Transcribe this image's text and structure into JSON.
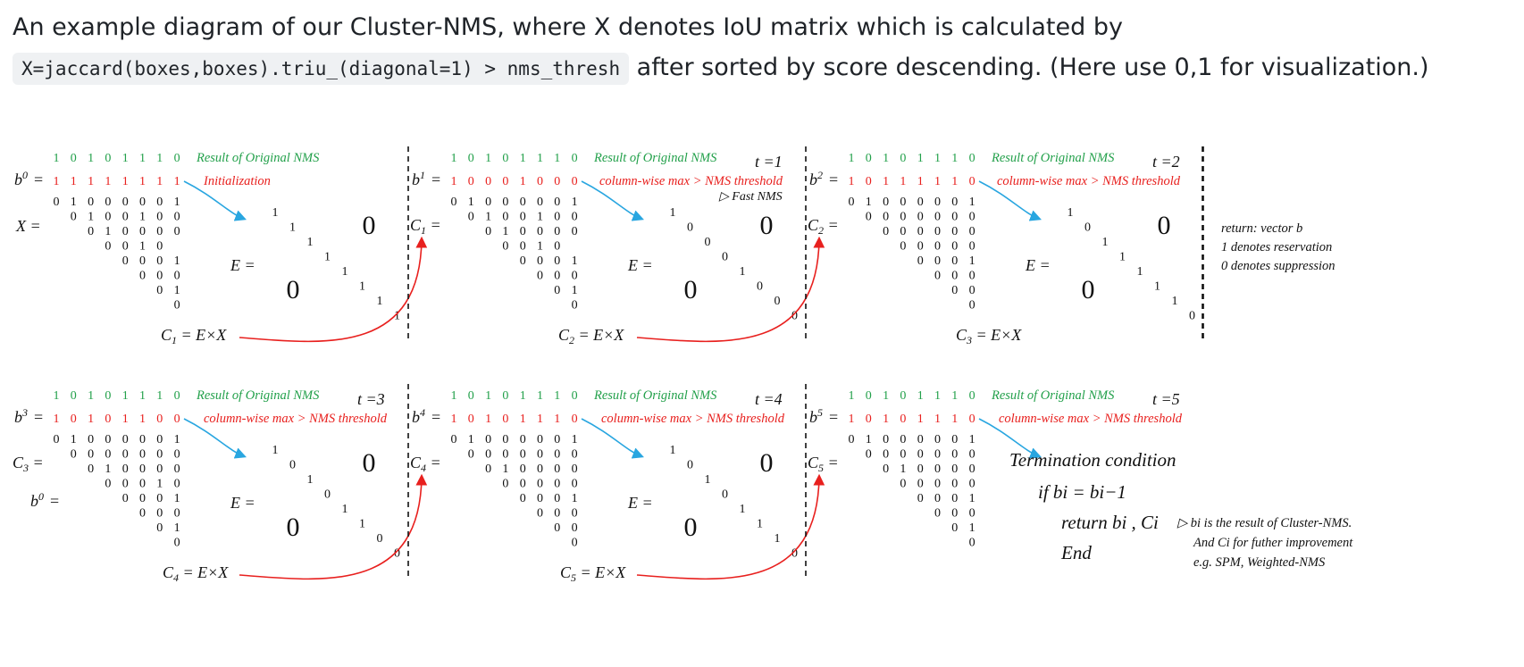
{
  "intro": {
    "line1": "An example diagram of our Cluster-NMS, where X denotes IoU matrix which is calculated by",
    "code": "X=jaccard(boxes,boxes).triu_(diagonal=1) > nms_thresh",
    "line2_suffix": " after sorted by score descending. (Here use 0,1 for visualization.)"
  },
  "diagram": {
    "original_label": "Result of Original NMS",
    "original_bits": "1 0 1 0 1 1 1 0",
    "init_label": "Initialization",
    "colmax_label": "column-wise max > NMS threshold",
    "fast_nms_label": "Fast NMS",
    "b_values": [
      "1 1 1 1 1 1 1 1",
      "1 0 0 0 1 0 0 0",
      "1 0 1 1 1 1 1 0",
      "1 0 1 0 1 1 0 0",
      "1 0 1 0 1 1 1 0",
      "1 0 1 0 1 1 1 0"
    ],
    "t_labels": [
      "t =1",
      "t =2",
      "t =3",
      "t =4",
      "t =5"
    ],
    "x_label": "X =",
    "e_label": "E =",
    "c_labels": [
      "C1 =",
      "C2 =",
      "C3 =",
      "C4 =",
      "C5 ="
    ],
    "c_equations": [
      "C1 = E×X",
      "C2 = E×X",
      "C3 = E×X",
      "C4 = E×X",
      "C5 = E×X"
    ],
    "b0_label": "b0 =",
    "return_note": [
      "return: vector b",
      "1 denotes  reservation",
      "0 denotes suppression"
    ],
    "termination": {
      "title": "Termination condition",
      "cond": "if  bi = bi−1",
      "ret": "return  bi , Ci",
      "end": "End",
      "note1": "bi is the result of Cluster-NMS.",
      "note2": "And  Ci for futher improvement",
      "note3": "e.g. SPM, Weighted-NMS"
    },
    "matrices": {
      "X": [
        "0 1 0 0 0 0 0 1",
        "0 1 0 0 1 0 0",
        "0 1 0 0 0 0",
        "0 0 1 0",
        "0 0 0 1",
        "0 0 0",
        "0 1",
        "0"
      ],
      "C2": [
        "0 1 0 0 0 0 0 1",
        "0 0 0 0 0 0 0",
        "0 0 0 0 0 0",
        "0 0 0 0 0",
        "0 0 0 1",
        "0 0 0",
        "0 0",
        "0"
      ],
      "C3": [
        "0 1 0 0 0 0 0 1",
        "0 0 0 0 0 0 0",
        "0 1 0 0 0 0",
        "0 0 0 1 0",
        "0 0 0 1",
        "0 0 0",
        "0 1",
        "0"
      ],
      "C4": [
        "0 1 0 0 0 0 0 1",
        "0 0 0 0 0 0 0",
        "0 1 0 0 0 0",
        "0 0 0 0 0",
        "0 0 0 1",
        "0 0 0",
        "0 0",
        "0"
      ],
      "C5": [
        "0 1 0 0 0 0 0 1",
        "0 0 0 0 0 0 0",
        "0 1 0 0 0 0",
        "0 0 0 0 0",
        "0 0 0 1",
        "0 0 0",
        "0 1",
        "0"
      ]
    },
    "E_diags": [
      [
        "1",
        "1",
        "1",
        "1",
        "1",
        "1",
        "1",
        "1"
      ],
      [
        "1",
        "0",
        "0",
        "0",
        "1",
        "0",
        "0",
        "0"
      ],
      [
        "1",
        "0",
        "1",
        "1",
        "1",
        "1",
        "1",
        "0"
      ],
      [
        "1",
        "0",
        "1",
        "0",
        "1",
        "1",
        "0",
        "0"
      ],
      [
        "1",
        "0",
        "1",
        "0",
        "1",
        "1",
        "1",
        "0"
      ]
    ],
    "zero": "0"
  },
  "colors": {
    "green": "#22a04a",
    "red": "#e8201e",
    "blue": "#29a6e0",
    "code_bg": "#eff1f3"
  }
}
